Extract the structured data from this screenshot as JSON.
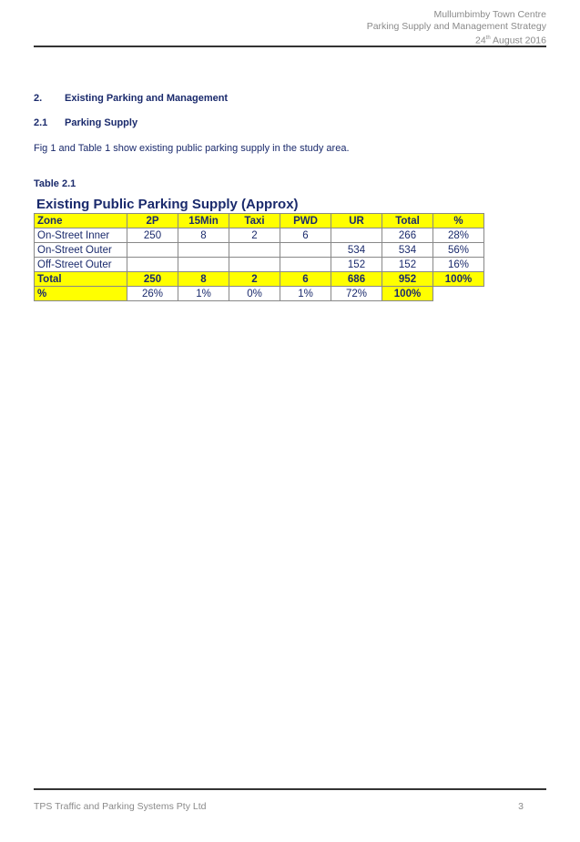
{
  "header": {
    "line1": "Mullumbimby Town Centre",
    "line2": "Parking Supply and Management Strategy",
    "date_day": "24",
    "date_sup": "th",
    "date_rest": " August 2016"
  },
  "section": {
    "num": "2.",
    "title": "Existing Parking and Management"
  },
  "subsection": {
    "num": "2.1",
    "title": "Parking Supply"
  },
  "paragraph": "Fig 1 and Table 1 show existing public parking supply in the study area.",
  "table_caption": "Table 2.1",
  "table_title": "Existing Public Parking Supply (Approx)",
  "table": {
    "headers": [
      "Zone",
      "2P",
      "15Min",
      "Taxi",
      "PWD",
      "UR",
      "Total",
      "%"
    ],
    "rows": [
      [
        "On-Street Inner",
        "250",
        "8",
        "2",
        "6",
        "",
        "266",
        "28%"
      ],
      [
        "On-Street Outer",
        "",
        "",
        "",
        "",
        "534",
        "534",
        "56%"
      ],
      [
        "Off-Street Outer",
        "",
        "",
        "",
        "",
        "152",
        "152",
        "16%"
      ]
    ],
    "total": [
      "Total",
      "250",
      "8",
      "2",
      "6",
      "686",
      "952",
      "100%"
    ],
    "pct": [
      "%",
      "26%",
      "1%",
      "0%",
      "1%",
      "72%",
      "100%"
    ]
  },
  "footer": {
    "company": "TPS Traffic and Parking Systems Pty Ltd",
    "page": "3"
  }
}
